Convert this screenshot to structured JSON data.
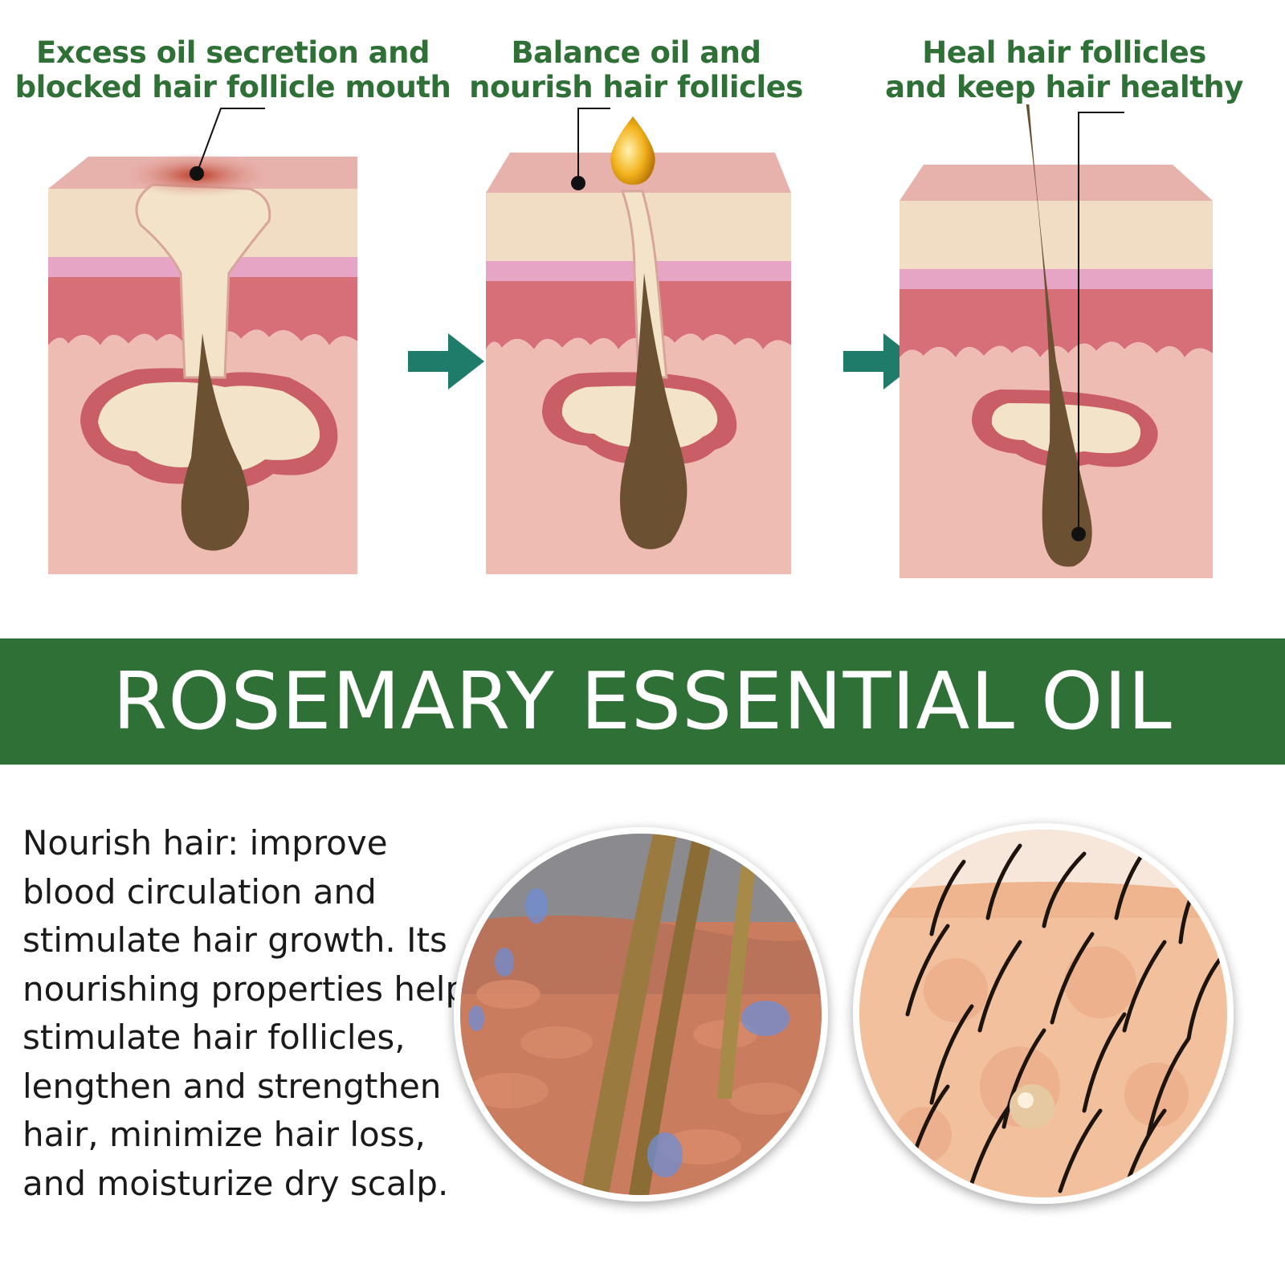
{
  "captions": [
    "Excess oil secretion and\nblocked hair follicle mouth",
    "Balance oil and\nnourish hair follicles",
    "Heal hair follicles\nand keep hair healthy"
  ],
  "banner_title": "ROSEMARY ESSENTIAL OIL",
  "description": "Nourish hair: improve blood circulation and stimulate hair growth. Its nourishing properties help stimulate hair follicles, lengthen and strengthen hair, minimize hair loss, and moisturize dry scalp.",
  "colors": {
    "accent_green": "#2e7035",
    "arrow_teal": "#1f7b6a",
    "skin_top": "#e6aaa5",
    "fat_layer": "#f1dcc4",
    "dermis": "#d76f78",
    "lower_skin": "#efbcb3",
    "hair_bulb": "#6b5032"
  },
  "icons": [
    "arrow-right-icon",
    "arrow-right-icon",
    "oil-drop-icon",
    "callout-dot-icon"
  ]
}
